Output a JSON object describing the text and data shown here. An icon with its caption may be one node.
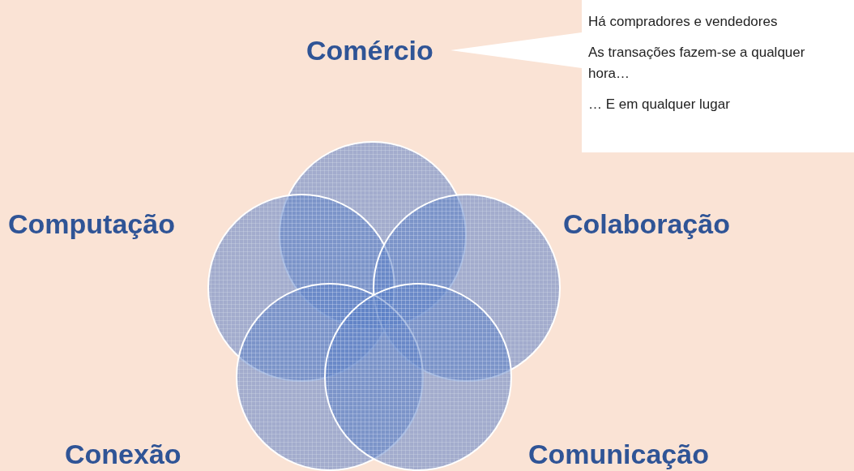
{
  "diagram": {
    "nodes": [
      {
        "text": [
          "Há compradores e vendedores",
          "As transações fazem-se a qualquer hora…",
          "… E em qualquer lugar"
        ]
      },
      {
        "text": [],
        "shape": "circle"
      },
      {
        "text": [],
        "shape": "circle"
      },
      {
        "text": [],
        "shape": "circle"
      },
      {
        "text": [],
        "shape": "circle"
      },
      {
        "text": [],
        "shape": "circle"
      }
    ],
    "labels": [
      "Comércio",
      "Computação",
      "Colaboração",
      "Conexão",
      "Comunicação"
    ]
  }
}
